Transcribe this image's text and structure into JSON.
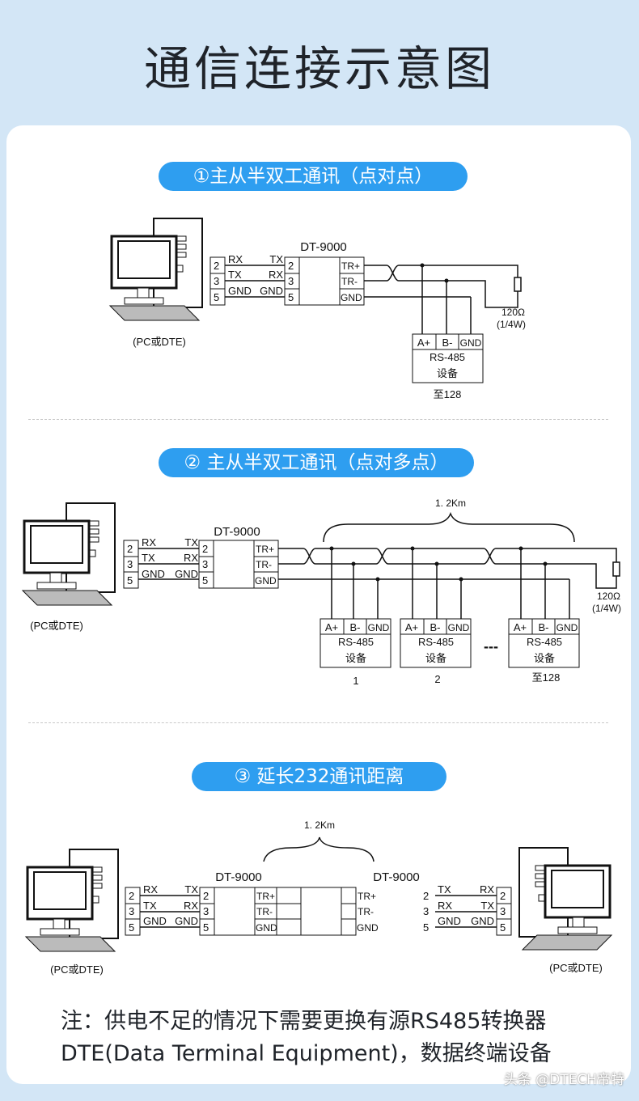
{
  "title": "通信连接示意图",
  "sections": [
    {
      "heading": "①主从半双工通讯（点对点）"
    },
    {
      "heading": "② 主从半双工通讯（点对多点）"
    },
    {
      "heading": "③ 延长232通讯距离"
    }
  ],
  "labels": {
    "pc": "(PC或DTE)",
    "converter": "DT-9000",
    "pins": [
      "2",
      "3",
      "5"
    ],
    "rx": "RX",
    "tx": "TX",
    "gnd": "GND",
    "trp": "TR+",
    "trm": "TR-",
    "a": "A+",
    "b": "B-",
    "rs485": "RS-485",
    "device": "设备",
    "upto": "至128",
    "res1": "120Ω",
    "res2": "(1/4W)",
    "distance": "1. 2Km",
    "dev1": "1",
    "dev2": "2",
    "ellipsis": "---"
  },
  "notes": [
    "注：供电不足的情况下需要更换有源RS485转换器",
    "DTE(Data Terminal Equipment)，数据终端设备"
  ],
  "watermark": "头条 @DTECH帝特",
  "colors": {
    "accent": "#2e9ef0",
    "background": "#d3e6f6"
  }
}
